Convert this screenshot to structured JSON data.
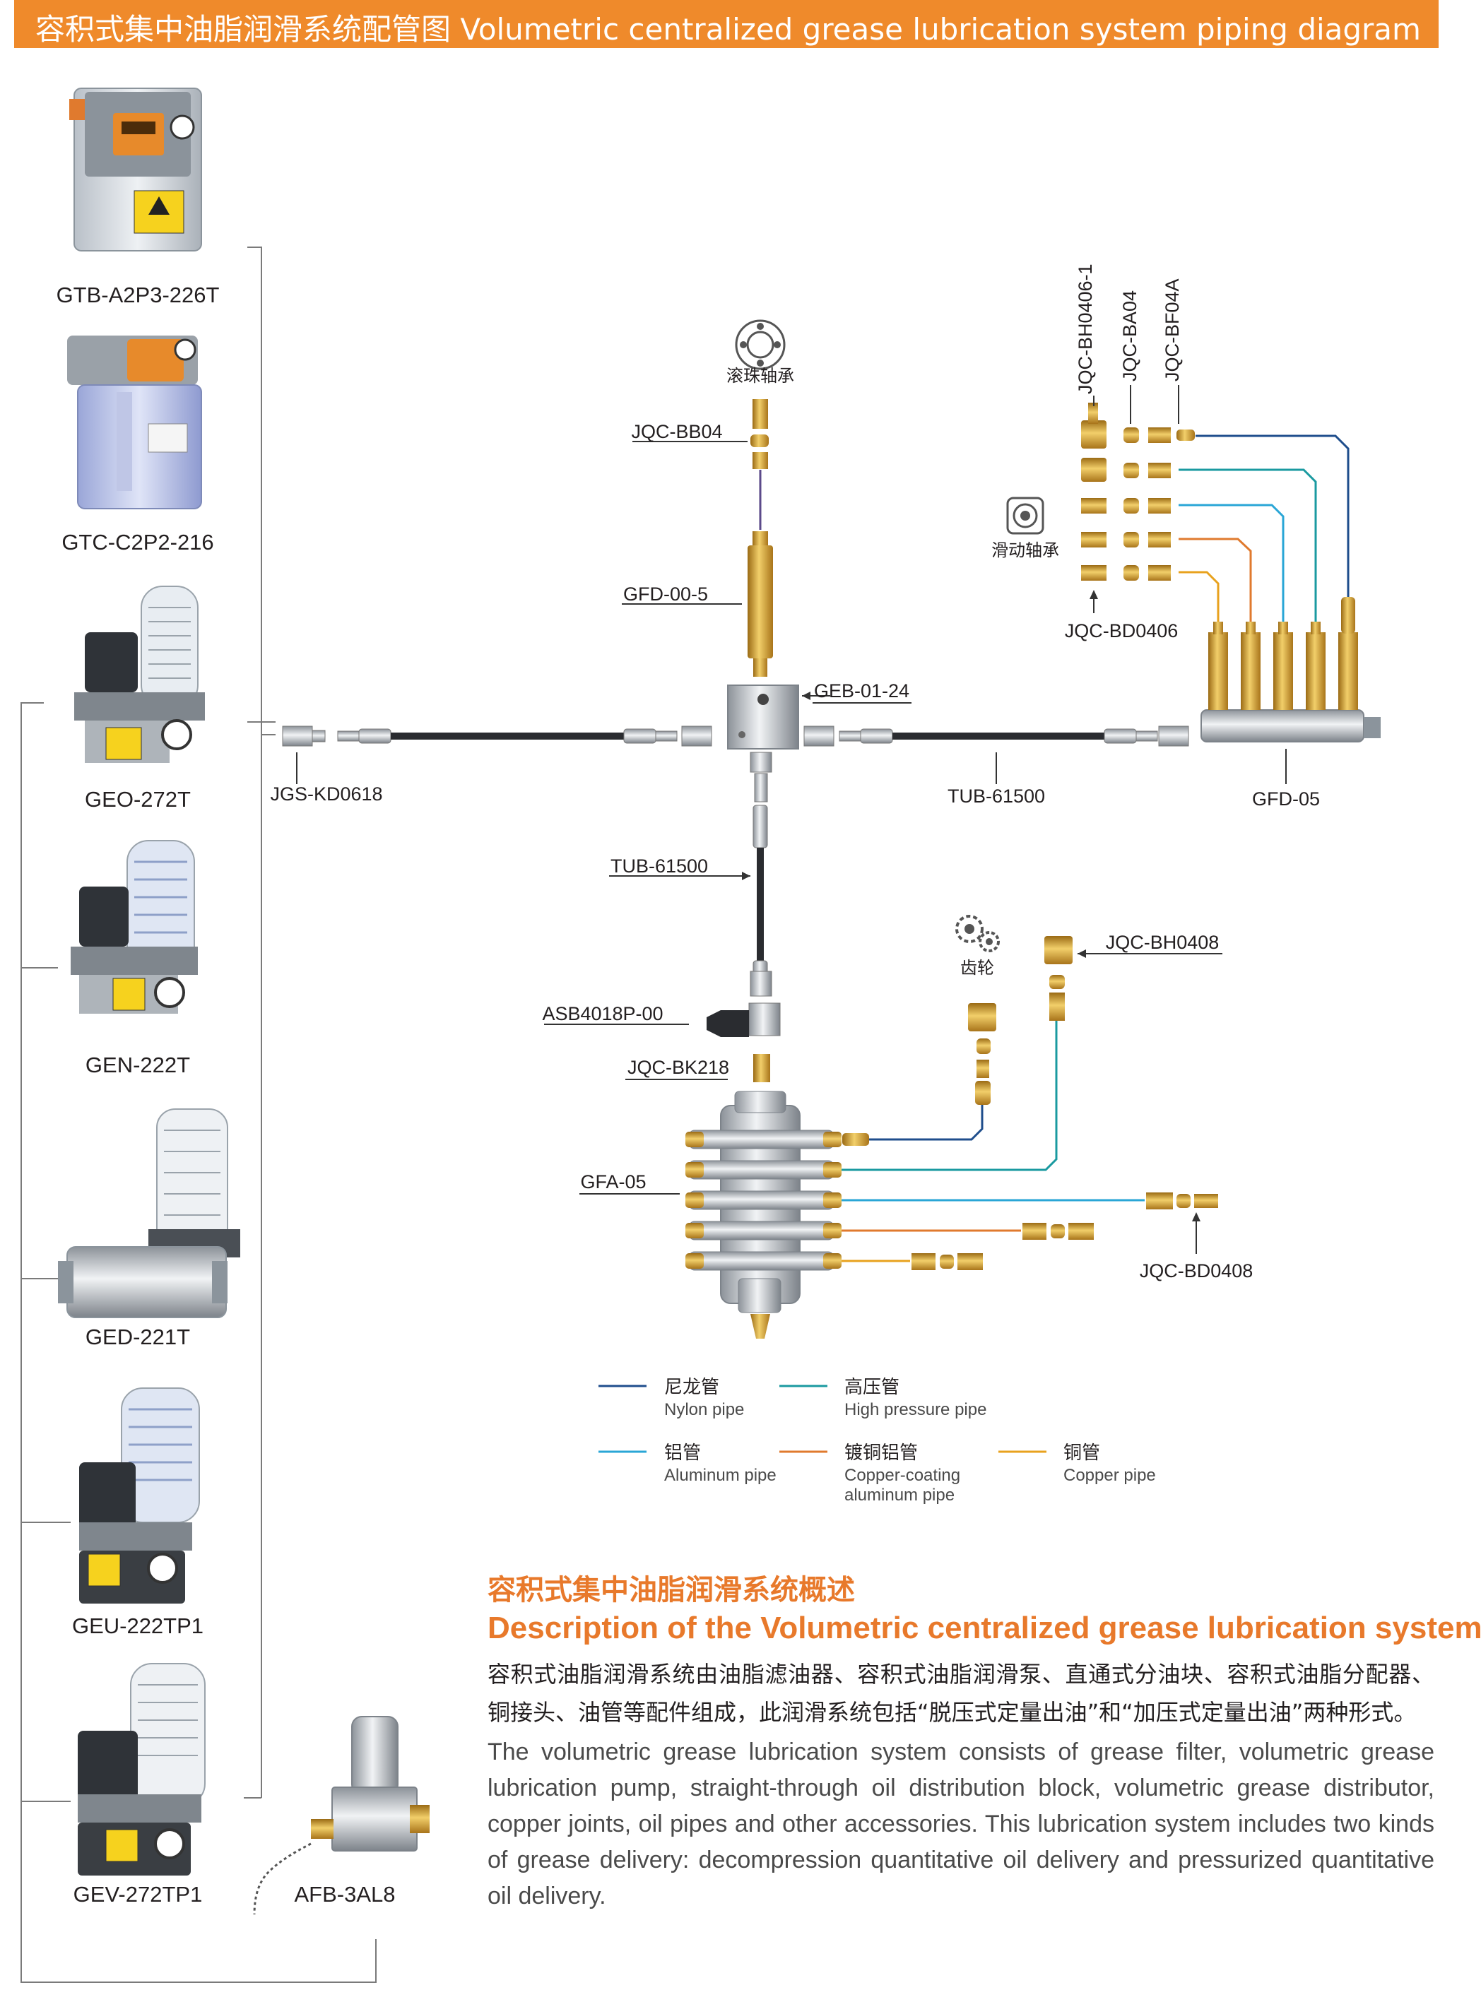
{
  "header": {
    "title": "容积式集中油脂润滑系统配管图 Volumetric centralized grease lubrication system piping diagram"
  },
  "colors": {
    "banner": "#ef8a2b",
    "accent_title": "#e8792b",
    "nylon": "#1f4e8c",
    "high_pressure": "#1a9aa0",
    "aluminum": "#2aa6d6",
    "copper_coating": "#e07a2e",
    "copper": "#e8a21e"
  },
  "pumps": [
    {
      "model": "GTB-A2P3-226T"
    },
    {
      "model": "GTC-C2P2-216"
    },
    {
      "model": "GEO-272T"
    },
    {
      "model": "GEN-222T"
    },
    {
      "model": "GED-221T"
    },
    {
      "model": "GEU-222TP1"
    },
    {
      "model": "GEV-272TP1"
    },
    {
      "model": "AFB-3AL8"
    }
  ],
  "parts": {
    "ball_bearing": "滚珠轴承",
    "slide_bearing": "滑动轴承",
    "gear": "齿轮",
    "jqc_bb04": "JQC-BB04",
    "gfd_00_5": "GFD-00-5",
    "geb_01_24": "GEB-01-24",
    "jgs_kd0618": "JGS-KD0618",
    "tub_right": "TUB-61500",
    "tub_down": "TUB-61500",
    "gfd_05": "GFD-05",
    "jqc_bh0406_1": "JQC-BH0406-1",
    "jqc_ba04": "JQC-BA04",
    "jqc_bf04a": "JQC-BF04A",
    "jqc_bd0406": "JQC-BD0406",
    "asb4018p_00": "ASB4018P-00",
    "jqc_bk218": "JQC-BK218",
    "gfa_05": "GFA-05",
    "jqc_bh0408": "JQC-BH0408",
    "jqc_bd0408": "JQC-BD0408"
  },
  "legend": [
    {
      "cn": "尼龙管",
      "en": "Nylon pipe",
      "color": "#1f4e8c"
    },
    {
      "cn": "高压管",
      "en": "High pressure pipe",
      "color": "#1a9aa0"
    },
    {
      "cn": "铝管",
      "en": "Aluminum pipe",
      "color": "#2aa6d6"
    },
    {
      "cn": "镀铜铝管",
      "en": "Copper-coating aluminum pipe",
      "en_line1": "Copper-coating",
      "en_line2": "aluminum pipe",
      "color": "#e07a2e"
    },
    {
      "cn": "铜管",
      "en": "Copper pipe",
      "color": "#e8a21e"
    }
  ],
  "description": {
    "cn_title": "容积式集中油脂润滑系统概述",
    "en_title": "Description of the Volumetric centralized grease lubrication system",
    "cn_body": "容积式油脂润滑系统由油脂滤油器、容积式油脂润滑泵、直通式分油块、容积式油脂分配器、铜接头、油管等配件组成，此润滑系统包括“脱压式定量出油”和“加压式定量出油”两种形式。",
    "en_body": "The volumetric grease lubrication system consists of grease filter, volumetric grease lubrication pump, straight-through oil distribution block, volumetric grease distributor, copper joints, oil pipes and other accessories. This lubrication system includes two kinds of grease delivery: decompression quantitative oil delivery and pressurized quantitative oil delivery."
  }
}
